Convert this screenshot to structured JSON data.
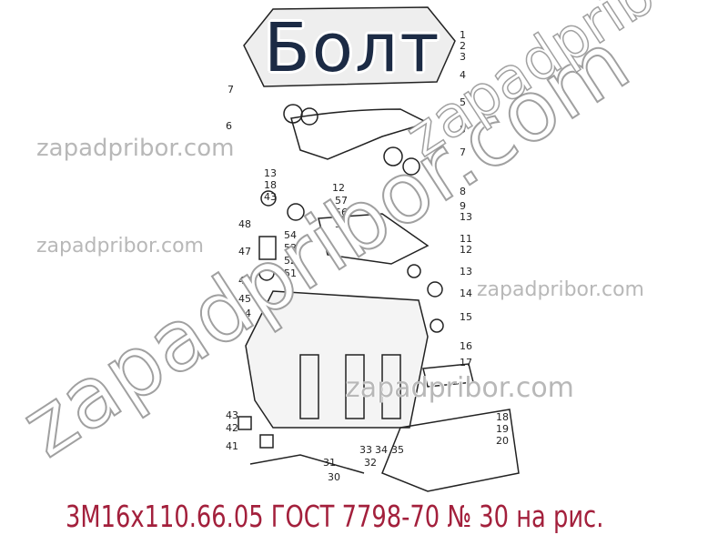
{
  "title": "Болт",
  "caption": "3М16x110.66.05 ГОСТ 7798-70 № 30 на рис.",
  "watermarks": [
    "zapadpribor.com",
    "zapadpribor.com",
    "zapadpribor.com",
    "zapadpribor.com",
    "zapadpribor.com"
  ],
  "colors": {
    "title": "#1c2b45",
    "caption": "#a3203c",
    "watermark": "#a0a0a0"
  },
  "part_labels": [
    "1",
    "2",
    "3",
    "4",
    "5",
    "5",
    "7",
    "8",
    "9",
    "13",
    "11",
    "12",
    "13",
    "14",
    "15",
    "16",
    "17",
    "18",
    "19",
    "20",
    "7",
    "6",
    "13",
    "18",
    "43",
    "48",
    "47",
    "46",
    "45",
    "44",
    "43",
    "42",
    "41",
    "12",
    "57",
    "56",
    "55",
    "54",
    "53",
    "52",
    "51",
    "30",
    "31",
    "32",
    "33",
    "34",
    "35"
  ]
}
